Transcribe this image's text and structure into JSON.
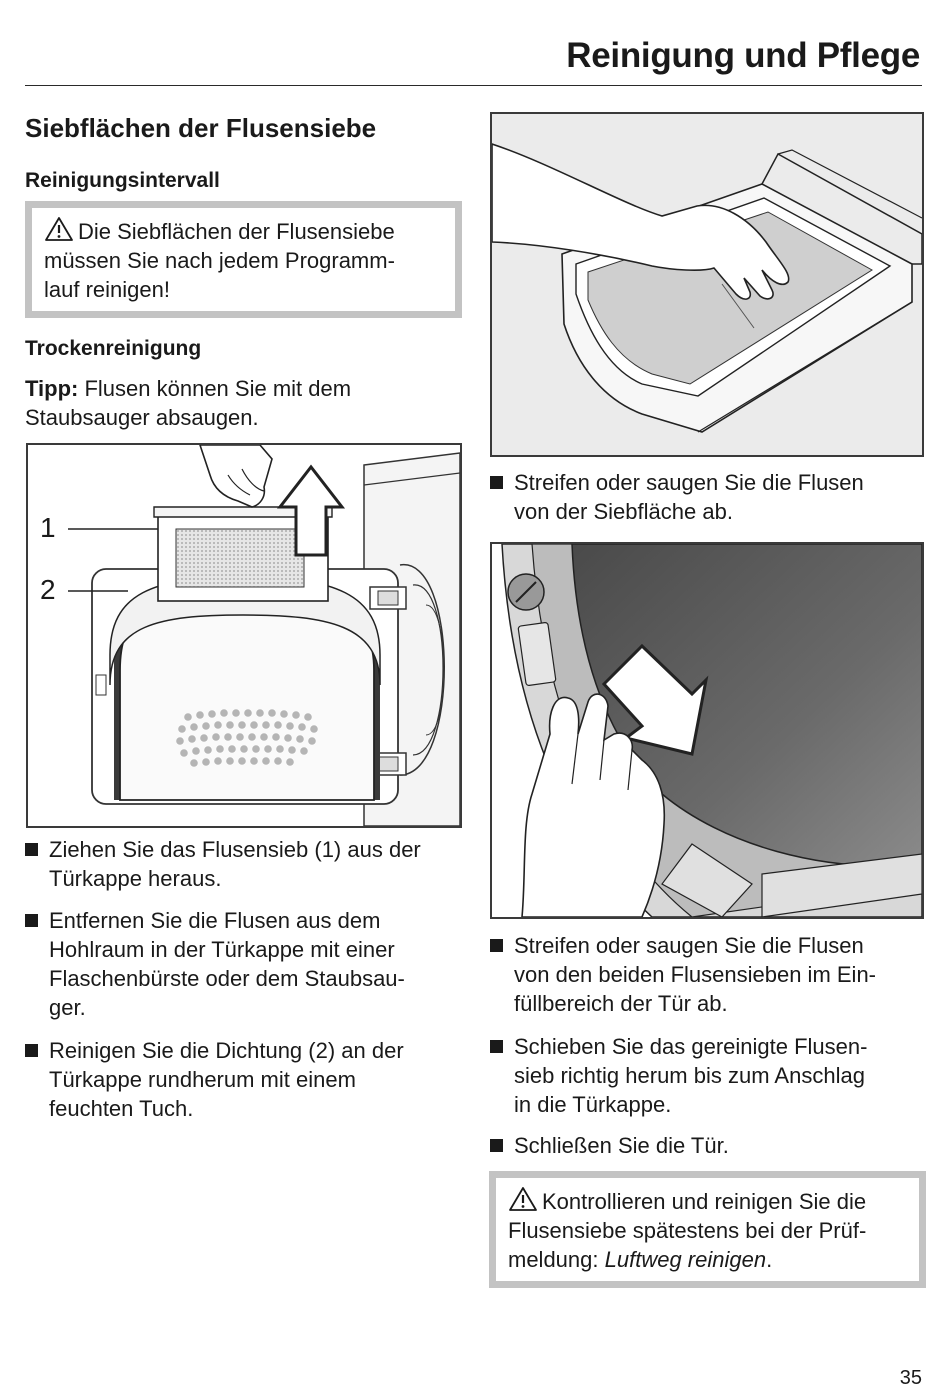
{
  "header": {
    "section_title": "Reinigung und Pflege"
  },
  "left": {
    "heading": "Siebflächen der Flusensiebe",
    "interval_heading": "Reinigungsintervall",
    "warning1": [
      "Die Siebflächen der Flusensiebe",
      "müssen Sie nach jedem Programm-",
      "lauf reinigen!"
    ],
    "dry_heading": "Trockenreinigung",
    "tip_label": "Tipp:",
    "tip_lines": [
      " Flusen können Sie mit dem",
      "Staubsauger absaugen."
    ],
    "figure_labels": {
      "label1": "1",
      "label2": "2"
    },
    "bullets": [
      [
        "Ziehen Sie das Flusensieb (1) aus der",
        "Türkappe heraus."
      ],
      [
        "Entfernen Sie die Flusen aus dem",
        "Hohlraum in der Türkappe mit einer",
        "Flaschenbürste oder dem Staubsau-",
        "ger."
      ],
      [
        "Reinigen Sie die Dichtung (2) an der",
        "Türkappe rundherum mit einem",
        "feuchten Tuch."
      ]
    ]
  },
  "right": {
    "bullet1": [
      "Streifen oder saugen Sie die Flusen",
      "von der Siebfläche ab."
    ],
    "bullets": [
      [
        "Streifen oder saugen Sie die Flusen",
        "von den beiden Flusensieben im Ein-",
        "füllbereich der Tür ab."
      ],
      [
        "Schieben Sie das gereinigte Flusen-",
        "sieb richtig herum bis zum Anschlag",
        "in die Türkappe."
      ],
      [
        "Schließen Sie die Tür."
      ]
    ],
    "warning2_lines": [
      "Kontrollieren und reinigen Sie die",
      "Flusensiebe spätestens bei der Prüf-"
    ],
    "warning2_last_prefix": "meldung: ",
    "warning2_last_italic": "Luftweg reinigen",
    "warning2_last_suffix": "."
  },
  "footer": {
    "page_number": "35"
  },
  "icons": {
    "warning": "warning-triangle-icon"
  }
}
